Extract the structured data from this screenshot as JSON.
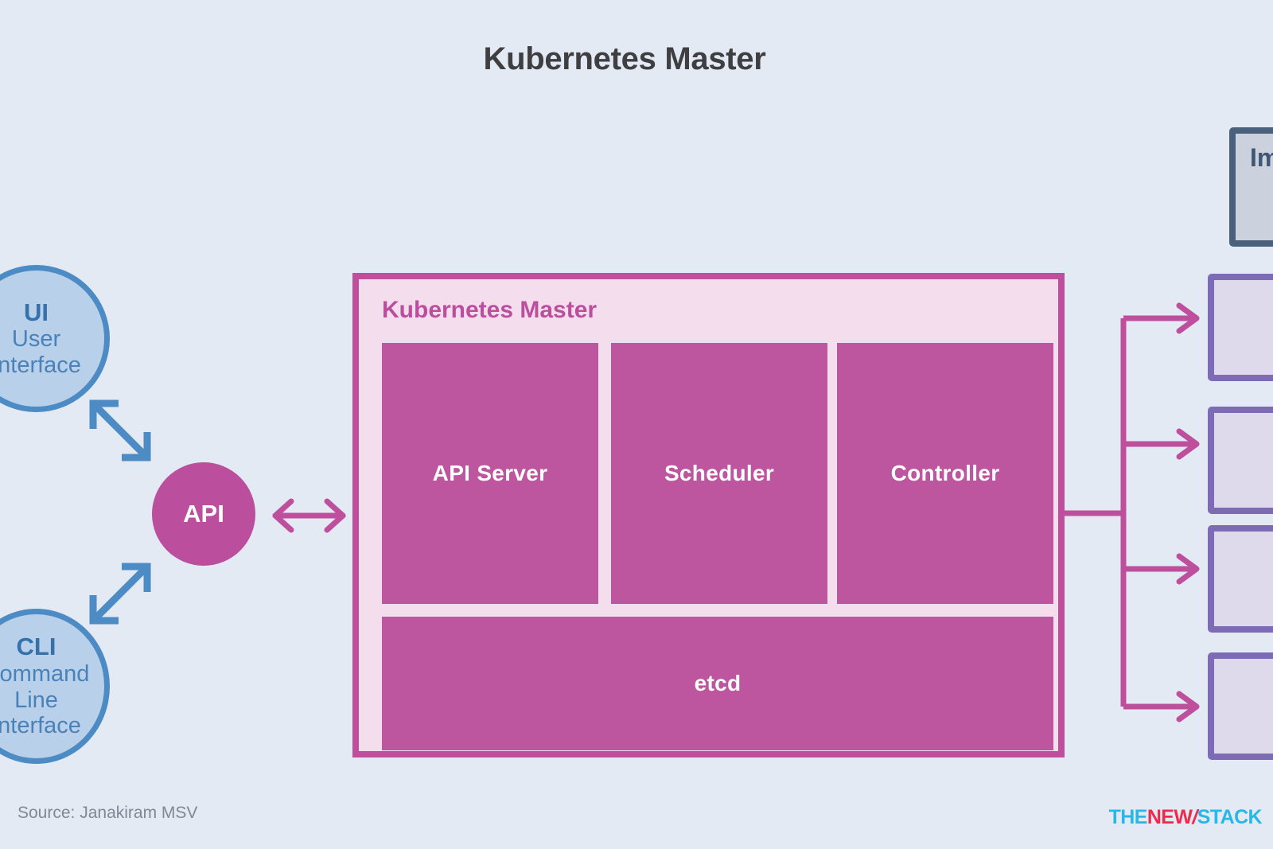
{
  "page": {
    "title": "Kubernetes Master",
    "background_color": "#e3eaf4"
  },
  "clients": [
    {
      "id": "ui",
      "abbr": "UI",
      "desc_line1": "User",
      "desc_line2": "Interface",
      "fill": "#b9d0ea",
      "stroke": "#4c8bc4"
    },
    {
      "id": "cli",
      "abbr": "CLI",
      "desc_line1": "Command",
      "desc_line2": "Line",
      "desc_line3": "Interface",
      "fill": "#b9d0ea",
      "stroke": "#4c8bc4"
    }
  ],
  "api_node": {
    "label": "API",
    "fill": "#bb4f9e",
    "text_color": "#ffffff"
  },
  "master": {
    "title": "Kubernetes Master",
    "fill": "#f4dded",
    "border_color": "#bd4f9c",
    "title_color": "#bb4f9e",
    "components": [
      {
        "id": "api-server",
        "label": "API Server",
        "fill": "#bd559f"
      },
      {
        "id": "scheduler",
        "label": "Scheduler",
        "fill": "#bd559f"
      },
      {
        "id": "controller",
        "label": "Controller",
        "fill": "#bd559f"
      },
      {
        "id": "etcd",
        "label": "etcd",
        "fill": "#bd559f"
      }
    ]
  },
  "registry": {
    "label": "Im",
    "fill": "#ccd2dd",
    "border_color": "#49617d",
    "text_color": "#3d5775"
  },
  "nodes": [
    {
      "id": "node-1",
      "fill": "#dedaec",
      "border_color": "#7d6bb5"
    },
    {
      "id": "node-2",
      "fill": "#dedaec",
      "border_color": "#7d6bb5"
    },
    {
      "id": "node-3",
      "fill": "#dedaec",
      "border_color": "#7d6bb5"
    },
    {
      "id": "node-4",
      "fill": "#dedaec",
      "border_color": "#7d6bb5"
    }
  ],
  "connectors": {
    "client_arrow_color": "#4c8bc4",
    "master_arrow_color": "#bd4f9c",
    "tree_color": "#bd4f9c"
  },
  "footer": {
    "source": "Source: Janakiram MSV",
    "logo": {
      "part1": "THE",
      "part2": "NEW",
      "slash": "/",
      "part3": "STACK",
      "color_cyan": "#29b6e8",
      "color_red": "#ee2a4d"
    }
  }
}
